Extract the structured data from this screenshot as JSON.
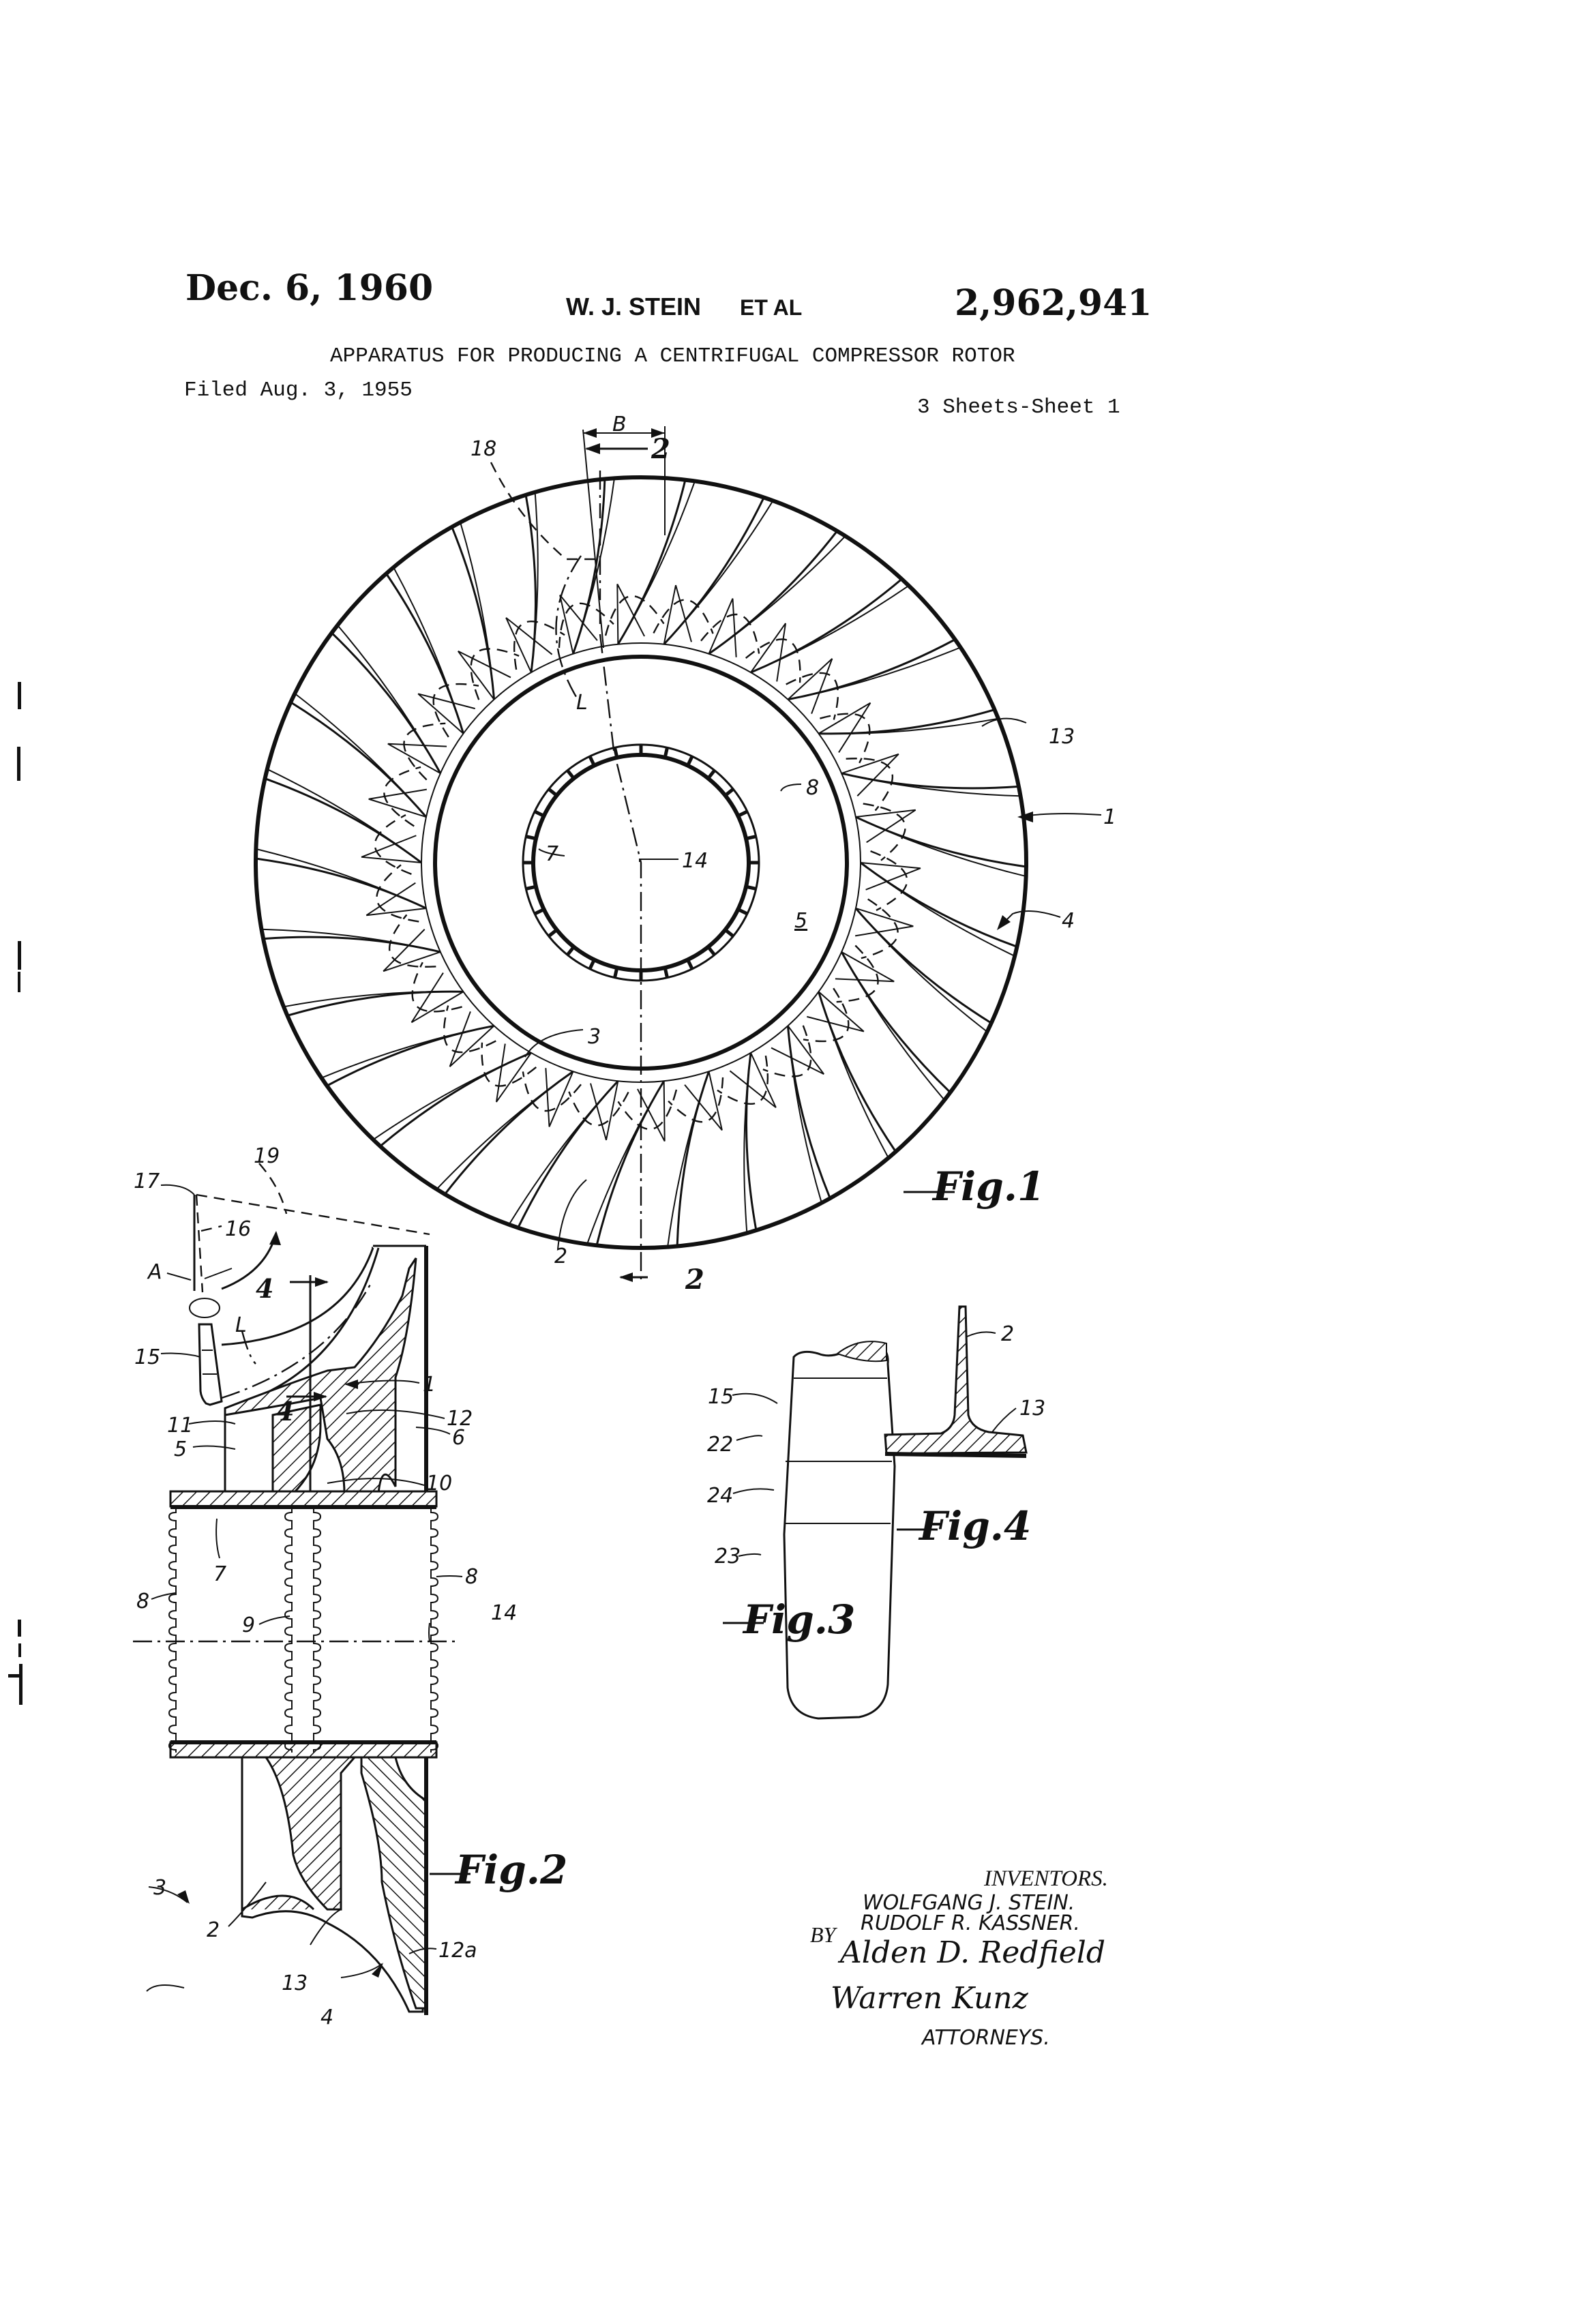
{
  "header": {
    "date": "Dec. 6, 1960",
    "inventor_short": "W. J. STEIN",
    "et_al": "ET AL",
    "patent_number": "2,962,941",
    "title": "APPARATUS FOR PRODUCING A CENTRIFUGAL COMPRESSOR ROTOR",
    "filed": "Filed Aug. 3, 1955",
    "sheets": "3 Sheets-Sheet 1"
  },
  "figures": {
    "fig1": {
      "label": "Fig.1",
      "refs": {
        "r18": "18",
        "rB": "B",
        "rSection2Top": "2",
        "rL": "L",
        "r13": "13",
        "r8": "8",
        "r7": "7",
        "r14": "14",
        "r1": "1",
        "r5": "5",
        "r4": "4",
        "r3": "3",
        "r2": "2",
        "rSection2Bottom": "2"
      }
    },
    "fig2": {
      "label": "Fig.2",
      "refs": {
        "r19": "19",
        "r17": "17",
        "r16": "16",
        "rA": "A",
        "r4top": "4",
        "r4mid": "4",
        "rL": "L",
        "r15": "15",
        "r1": "1",
        "r12": "12",
        "r11": "11",
        "r6": "6",
        "r5": "5",
        "r10": "10",
        "r7": "7",
        "r8left": "8",
        "r8right": "8",
        "r9": "9",
        "r14": "14",
        "r3": "3",
        "r2": "2",
        "r12a": "12a",
        "r13": "13",
        "r4": "4"
      }
    },
    "fig3": {
      "label": "Fig.3",
      "refs": {
        "r15": "15",
        "r22": "22",
        "r24": "24",
        "r23": "23"
      }
    },
    "fig4": {
      "label": "Fig.4",
      "refs": {
        "r2": "2",
        "r13": "13"
      }
    }
  },
  "signature_block": {
    "inventors_heading": "INVENTORS.",
    "inventor_1": "WOLFGANG J. STEIN.",
    "inventor_2": "RUDOLF R. KASSNER.",
    "by": "BY",
    "attorney_sig_1": "Alden D. Redfield",
    "attorney_sig_2": "Warren Kunz",
    "attorneys_heading": "ATTORNEYS."
  }
}
